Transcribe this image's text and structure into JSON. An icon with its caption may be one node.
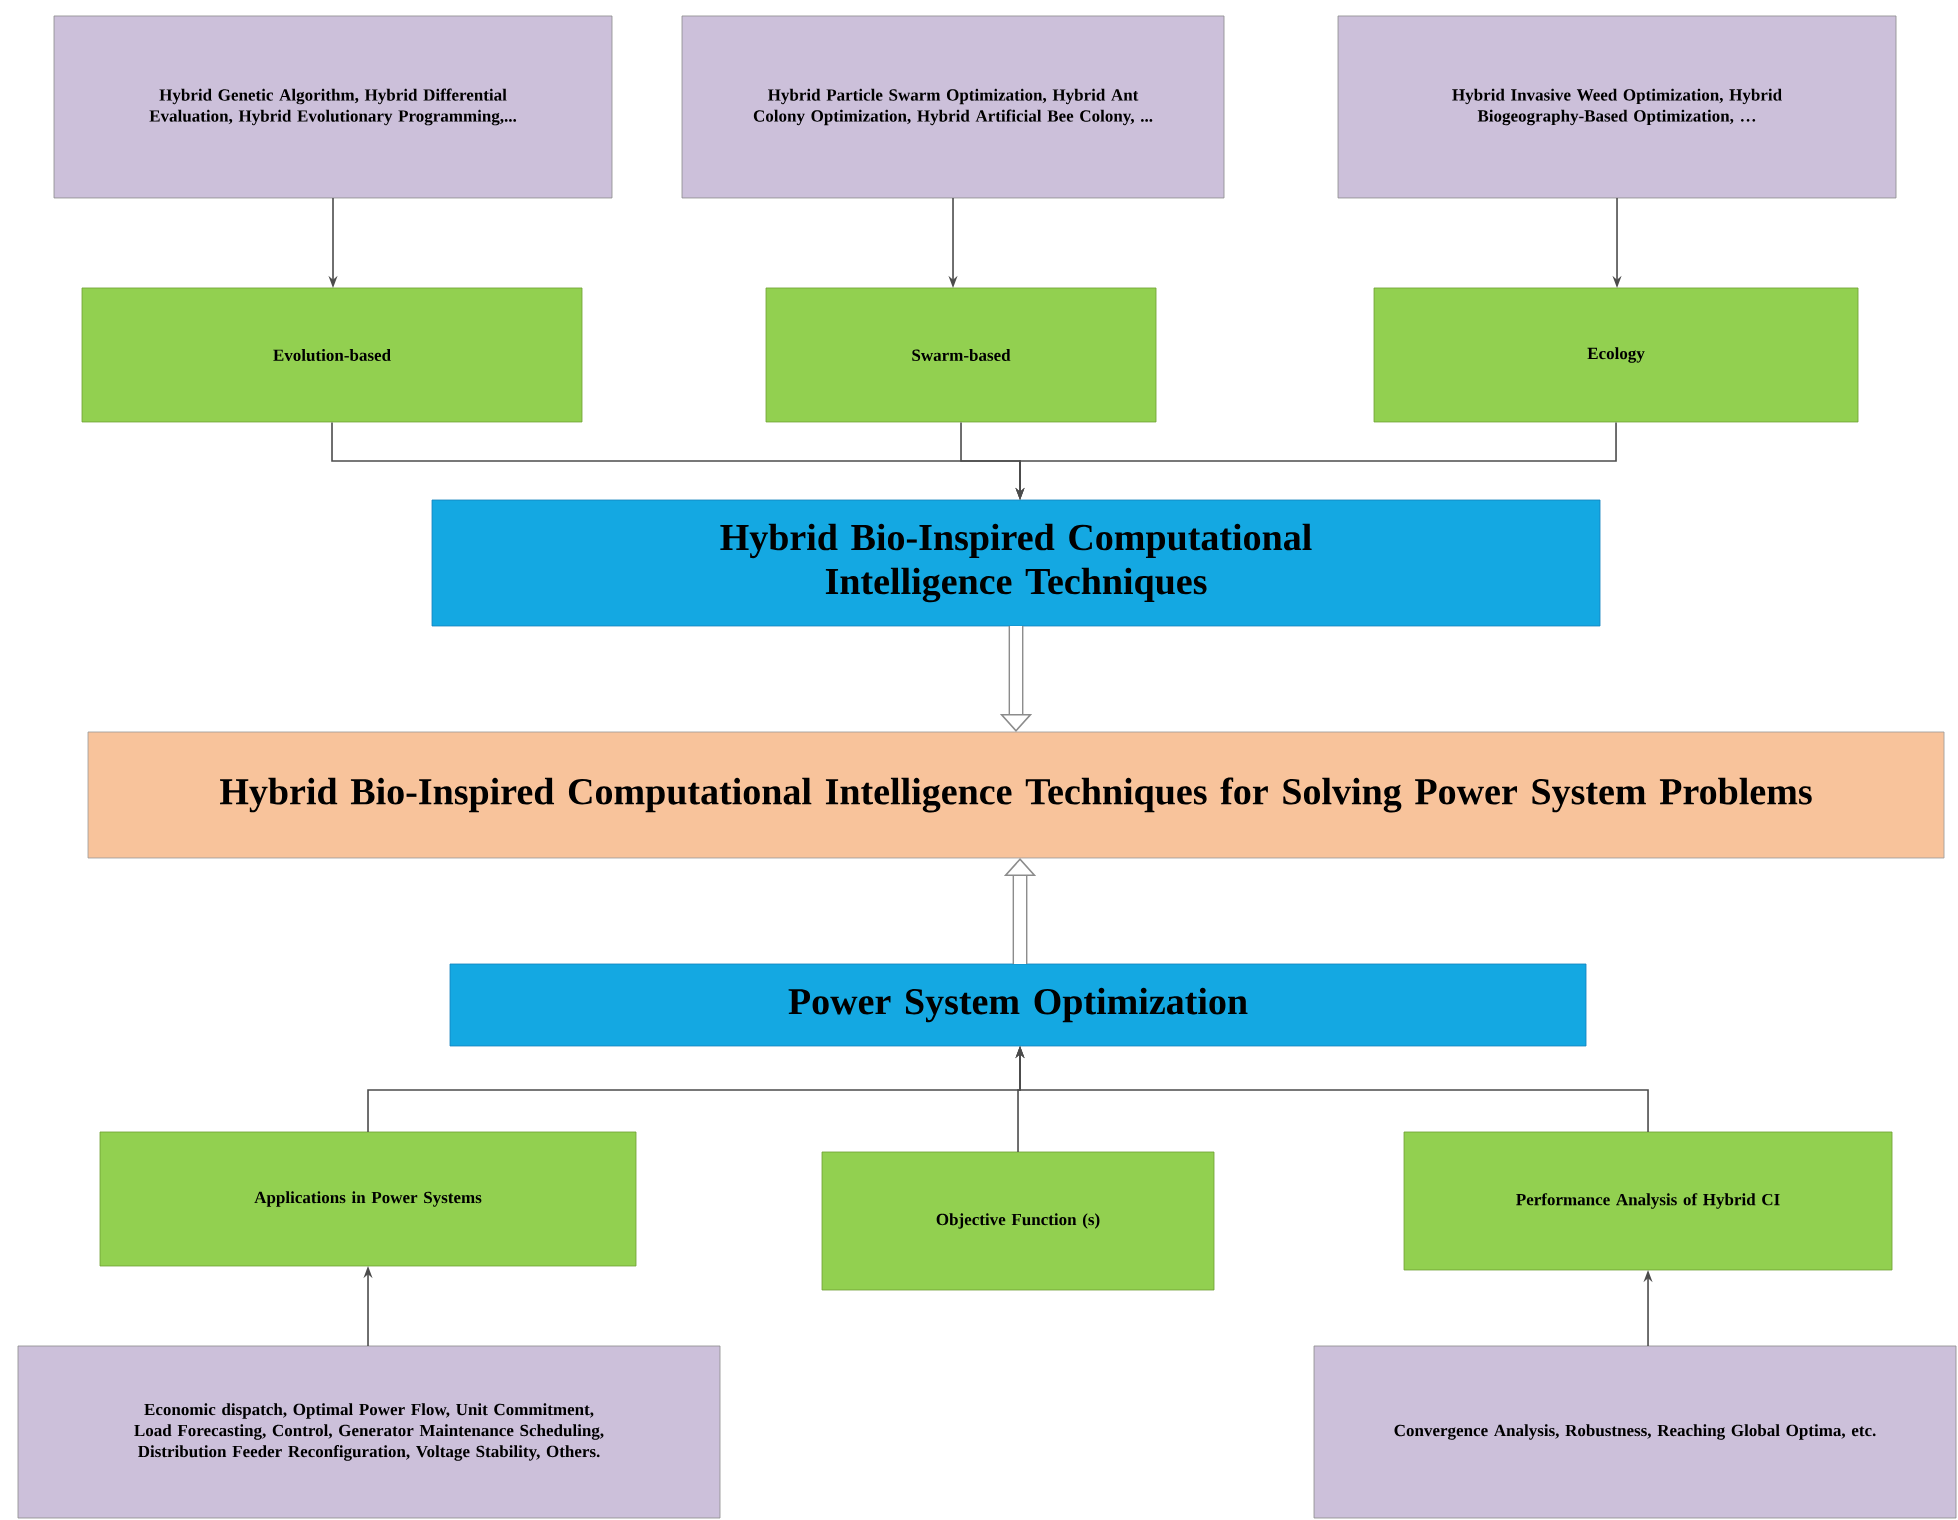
{
  "diagram": {
    "nodes": [
      {
        "text": [
          "Hybrid Genetic Algorithm, Hybrid Differential Evaluation, Hybrid Evolutionary Programming,..."
        ]
      },
      {
        "text": [
          "Hybrid Particle Swarm Optimization, Hybrid Ant Colony Optimization, Hybrid Artificial Bee Colony, ..."
        ]
      },
      {
        "text": [
          "Hybrid Invasive Weed Optimization, Hybrid Biogeography-Based Optimization, …"
        ]
      },
      {
        "text": [
          "Evolution-based"
        ]
      },
      {
        "text": [
          "Swarm-based"
        ]
      },
      {
        "text": [
          "Ecology"
        ]
      },
      {
        "text": [
          "Hybrid Bio-Inspired Computational Intelligence Techniques"
        ]
      },
      {
        "text": [
          "Hybrid Bio-Inspired Computational Intelligence Techniques for Solving Power System Problems"
        ]
      },
      {
        "text": [
          "Power System Optimization"
        ]
      },
      {
        "text": [
          "Applications in Power Systems"
        ]
      },
      {
        "text": [
          "Objective Function (s)"
        ]
      },
      {
        "text": [
          "Performance Analysis of Hybrid CI"
        ]
      },
      {
        "text": [
          "Economic dispatch, Optimal Power Flow, Unit Commitment, Load Forecasting, Control, Generator Maintenance Scheduling, Distribution Feeder Reconfiguration, Voltage Stability, Others."
        ]
      },
      {
        "text": [
          "Convergence Analysis, Robustness, Reaching Global Optima, etc."
        ]
      }
    ],
    "edges": [
      {
        "from": 0,
        "to": 3,
        "arrow": "to"
      },
      {
        "from": 1,
        "to": 4,
        "arrow": "to"
      },
      {
        "from": 2,
        "to": 5,
        "arrow": "to"
      },
      {
        "from": 3,
        "to": 6,
        "arrow": "to"
      },
      {
        "from": 4,
        "to": 6,
        "arrow": "to"
      },
      {
        "from": 5,
        "to": 6,
        "arrow": "to"
      },
      {
        "from": 6,
        "to": 7,
        "arrow": "to",
        "style": "thick"
      },
      {
        "from": 8,
        "to": 7,
        "arrow": "to",
        "style": "thick"
      },
      {
        "from": 9,
        "to": 8,
        "arrow": "to"
      },
      {
        "from": 10,
        "to": 8,
        "arrow": "to"
      },
      {
        "from": 11,
        "to": 8,
        "arrow": "to"
      },
      {
        "from": 12,
        "to": 9,
        "arrow": "to"
      },
      {
        "from": 13,
        "to": 11,
        "arrow": "to"
      }
    ]
  }
}
